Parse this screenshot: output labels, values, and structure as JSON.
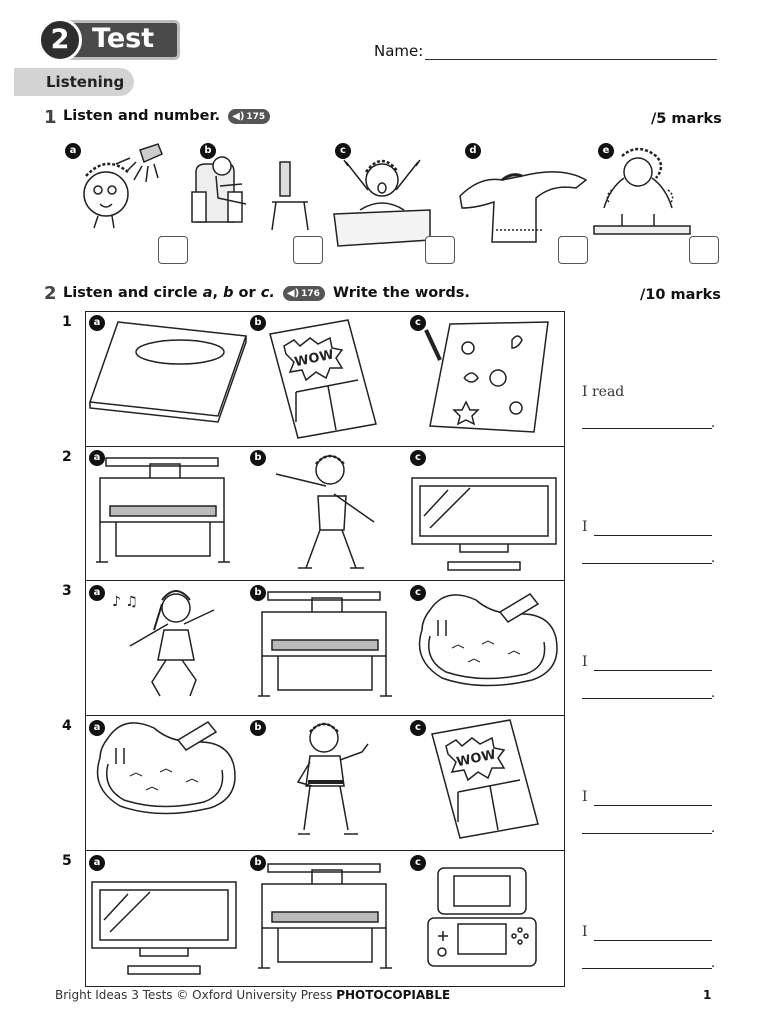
{
  "header": {
    "test_number": "2",
    "test_word": "Test",
    "name_label": "Name:",
    "section": "Listening"
  },
  "exercise1": {
    "number": "1",
    "instruction": "Listen and number.",
    "audio_track": "175",
    "marks": "/5 marks",
    "pictures": [
      {
        "letter": "a",
        "icon": "shower-face-icon"
      },
      {
        "letter": "b",
        "icon": "boy-computer-icon"
      },
      {
        "letter": "c",
        "icon": "boy-waking-icon"
      },
      {
        "letter": "d",
        "icon": "sweater-icon"
      },
      {
        "letter": "e",
        "icon": "washing-face-icon"
      }
    ]
  },
  "exercise2": {
    "number": "2",
    "instruction_start": "Listen and circle",
    "instruction_a": "a",
    "instruction_comma": ",",
    "instruction_b": "b",
    "instruction_or": "or",
    "instruction_c": "c.",
    "audio_track": "176",
    "instruction_end": "Write the words.",
    "marks": "/10 marks",
    "rows": [
      {
        "number": "1",
        "options": [
          {
            "letter": "a",
            "icon": "book-icon"
          },
          {
            "letter": "b",
            "icon": "comic-icon"
          },
          {
            "letter": "c",
            "icon": "colouring-book-icon"
          }
        ],
        "prompt": "I read",
        "end": "."
      },
      {
        "number": "2",
        "options": [
          {
            "letter": "a",
            "icon": "piano-icon"
          },
          {
            "letter": "b",
            "icon": "boy-dancing-icon"
          },
          {
            "letter": "c",
            "icon": "television-icon"
          }
        ],
        "prompt": "I",
        "end": "."
      },
      {
        "number": "3",
        "options": [
          {
            "letter": "a",
            "icon": "girl-dancing-icon"
          },
          {
            "letter": "b",
            "icon": "piano-icon"
          },
          {
            "letter": "c",
            "icon": "swimming-pool-icon"
          }
        ],
        "prompt": "I",
        "end": "."
      },
      {
        "number": "4",
        "options": [
          {
            "letter": "a",
            "icon": "swimming-pool-icon"
          },
          {
            "letter": "b",
            "icon": "boy-karate-icon"
          },
          {
            "letter": "c",
            "icon": "comic-icon"
          }
        ],
        "prompt": "I",
        "end": "."
      },
      {
        "number": "5",
        "options": [
          {
            "letter": "a",
            "icon": "television-icon"
          },
          {
            "letter": "b",
            "icon": "piano-icon"
          },
          {
            "letter": "c",
            "icon": "game-console-icon"
          }
        ],
        "prompt": "I",
        "end": "."
      }
    ]
  },
  "footer": {
    "text": "Bright Ideas 3 Tests © Oxford University Press",
    "bold": "PHOTOCOPIABLE",
    "page": "1"
  }
}
